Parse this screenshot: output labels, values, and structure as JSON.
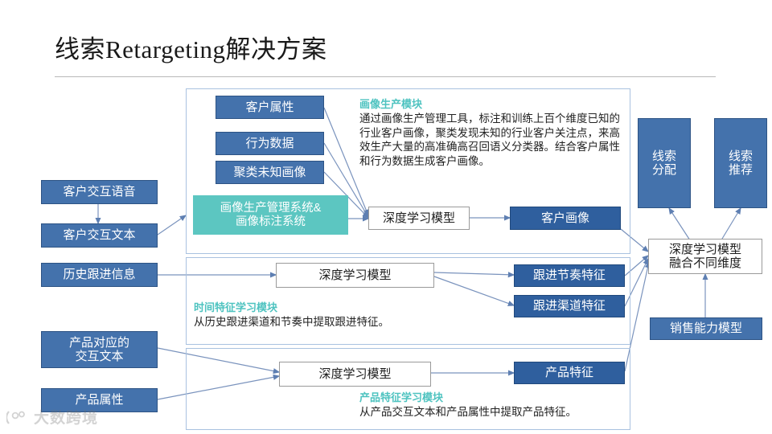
{
  "slide": {
    "title": "线索Retargeting解决方案",
    "watermark": "大数跨境"
  },
  "inputs": [
    {
      "label": "客户交互语音"
    },
    {
      "label": "客户交互文本"
    },
    {
      "label": "历史跟进信息"
    },
    {
      "label": "产品对应的\n交互文本"
    },
    {
      "label": "产品属性"
    }
  ],
  "portrait_module": {
    "sources": [
      {
        "label": "客户属性"
      },
      {
        "label": "行为数据"
      },
      {
        "label": "聚类未知画像"
      }
    ],
    "system": {
      "label": "画像生产管理系统&\n画像标注系统"
    },
    "model": {
      "label": "深度学习模型"
    },
    "output": {
      "label": "客户画像"
    },
    "caption_head": "画像生产模块",
    "caption_body": "通过画像生产管理工具，标注和训练上百个维度已知的行业客户画像，聚类发现未知的行业客户关注点，来高效生产大量的高准确高召回语义分类器。结合客户属性和行为数据生成客户画像。"
  },
  "time_module": {
    "model": {
      "label": "深度学习模型"
    },
    "outputs": [
      {
        "label": "跟进节奏特征"
      },
      {
        "label": "跟进渠道特征"
      }
    ],
    "caption_head": "时间特征学习模块",
    "caption_body": "从历史跟进渠道和节奏中提取跟进特征。"
  },
  "product_module": {
    "model": {
      "label": "深度学习模型"
    },
    "output": {
      "label": "产品特征"
    },
    "caption_head": "产品特征学习模块",
    "caption_body": "从产品交互文本和产品属性中提取产品特征。"
  },
  "fusion": {
    "label": "深度学习模型\n融合不同维度",
    "sales_model": {
      "label": "销售能力模型"
    },
    "outcomes": [
      {
        "label": "线索\n分配"
      },
      {
        "label": "线索\n推荐"
      }
    ]
  },
  "colors": {
    "blue": "#4472ac",
    "blue_dark": "#2f5f9e",
    "teal": "#5cc6c1",
    "panel_border": "#a9c2e0",
    "arrow": "#7a93bd",
    "title_text": "#1a1a1a"
  }
}
